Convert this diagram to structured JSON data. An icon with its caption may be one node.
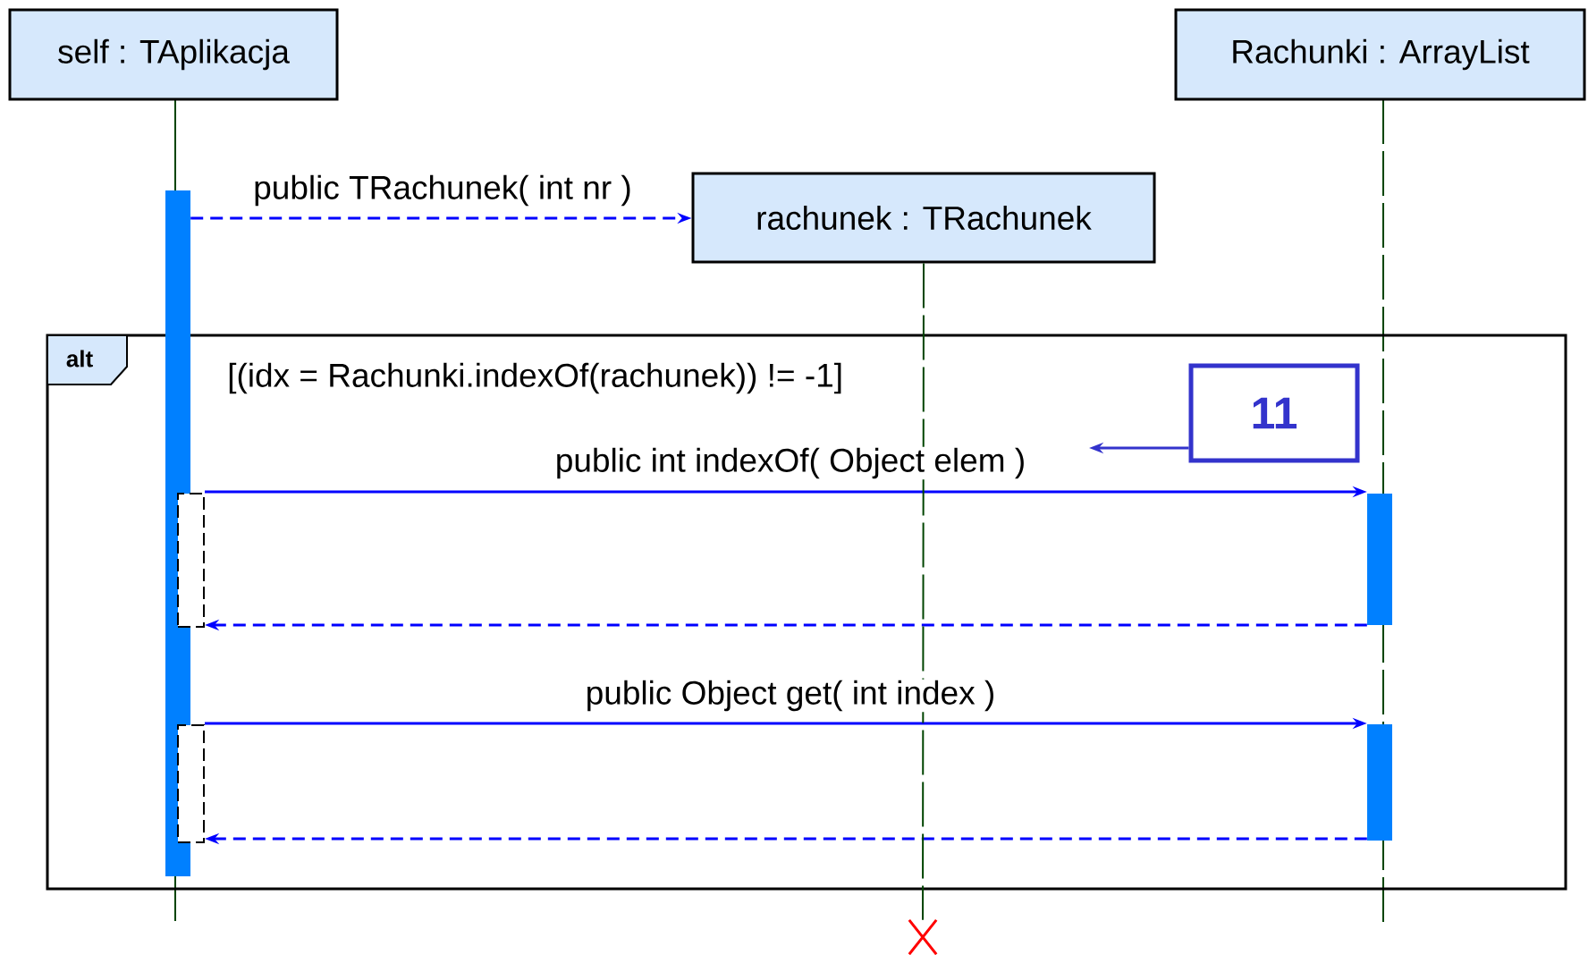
{
  "diagram": {
    "nodes": [
      {
        "text": [
          "self : TAplikacja"
        ]
      },
      {
        "text": [
          "Rachunki : ArrayList"
        ]
      },
      {
        "text": [],
        "shape": "bar"
      },
      {
        "text": [
          "rachunek : TRachunek"
        ]
      },
      {
        "text": [
          "alt",
          "[(idx = Rachunki.indexOf(rachunek)) != -1]"
        ]
      },
      {
        "text": [
          "11"
        ],
        "in": 4
      },
      {
        "text": [],
        "shape": "bar",
        "in": 4
      },
      {
        "text": [],
        "shape": "bar",
        "in": 4
      },
      {
        "text": [],
        "shape": "bar",
        "in": 4
      },
      {
        "text": [],
        "shape": "bar",
        "in": 4
      },
      {
        "text": [],
        "shape": "cross"
      }
    ],
    "edges": [
      {
        "from": 2,
        "to": 3,
        "arrow": "to",
        "style": "dashed",
        "label": "public TRachunek( int nr )"
      },
      {
        "from": 6,
        "to": 7,
        "arrow": "to",
        "label": "public int  indexOf( Object elem )"
      },
      {
        "from": 7,
        "to": 6,
        "arrow": "to",
        "style": "dashed"
      },
      {
        "from": 8,
        "to": 9,
        "arrow": "to",
        "label": "public Object  get( int index )"
      },
      {
        "from": 9,
        "to": 8,
        "arrow": "to",
        "style": "dashed"
      },
      {
        "from": 5,
        "to": null,
        "arrow": "to",
        "color": "#3333cc"
      },
      {
        "from": 3,
        "to": 10,
        "arrow": "none",
        "style": "dashed",
        "color": "#004400"
      }
    ]
  }
}
